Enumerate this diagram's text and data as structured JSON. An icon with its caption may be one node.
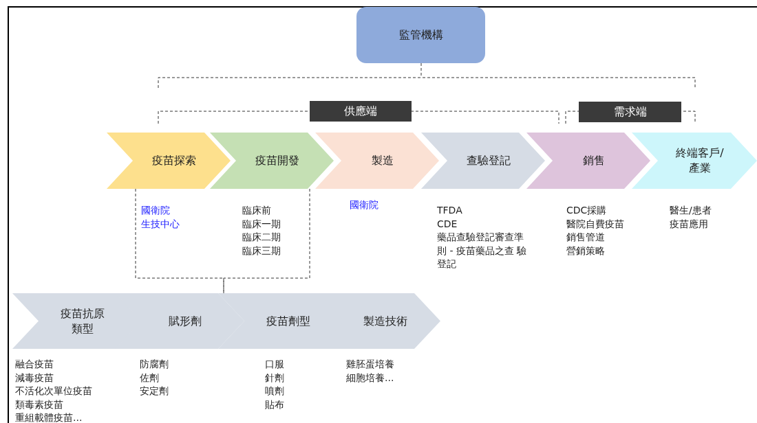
{
  "diagram": {
    "nodes": [
      {
        "text": [
          "監管機構"
        ]
      },
      {
        "text": [
          "供應端"
        ]
      },
      {
        "text": [
          "需求端"
        ]
      },
      {
        "text": [
          "疫苗探索"
        ],
        "beside": [
          "國衛院",
          "生技中心"
        ]
      },
      {
        "text": [
          "疫苗開發"
        ],
        "beside": [
          "臨床前",
          "臨床一期",
          "臨床二期",
          "臨床三期"
        ]
      },
      {
        "text": [
          "製造"
        ],
        "beside": [
          "國衛院"
        ]
      },
      {
        "text": [
          "查驗登記"
        ],
        "beside": [
          "TFDA",
          "CDE",
          "藥品查驗登記審查準則 - 疫苗藥品之查 驗登記"
        ]
      },
      {
        "text": [
          "銷售"
        ],
        "beside": [
          "CDC採購",
          "醫院自費疫苗",
          "銷售管道",
          "營銷策略"
        ]
      },
      {
        "text": [
          "終端客戶/產業"
        ],
        "beside": [
          "醫生/患者",
          "疫苗應用"
        ]
      },
      {
        "text": [
          "疫苗抗原類型"
        ],
        "beside": [
          "融合疫苗",
          "減毒疫苗",
          "不活化次單位疫苗",
          "類毒素疫苗",
          "重組載體疫苗..."
        ]
      },
      {
        "text": [
          "賦形劑"
        ],
        "beside": [
          "防腐劑",
          "佐劑",
          "安定劑"
        ]
      },
      {
        "text": [
          "疫苗劑型"
        ],
        "beside": [
          "口服",
          "針劑",
          "噴劑",
          "貼布"
        ]
      },
      {
        "text": [
          "製造技術"
        ],
        "beside": [
          "雞胚蛋培養",
          "細胞培養..."
        ]
      }
    ],
    "edges": [
      {
        "from": 3,
        "to": 10,
        "arrow": "none",
        "style": "dashed"
      },
      {
        "from": 4,
        "to": 10,
        "arrow": "none",
        "style": "dashed"
      }
    ]
  }
}
